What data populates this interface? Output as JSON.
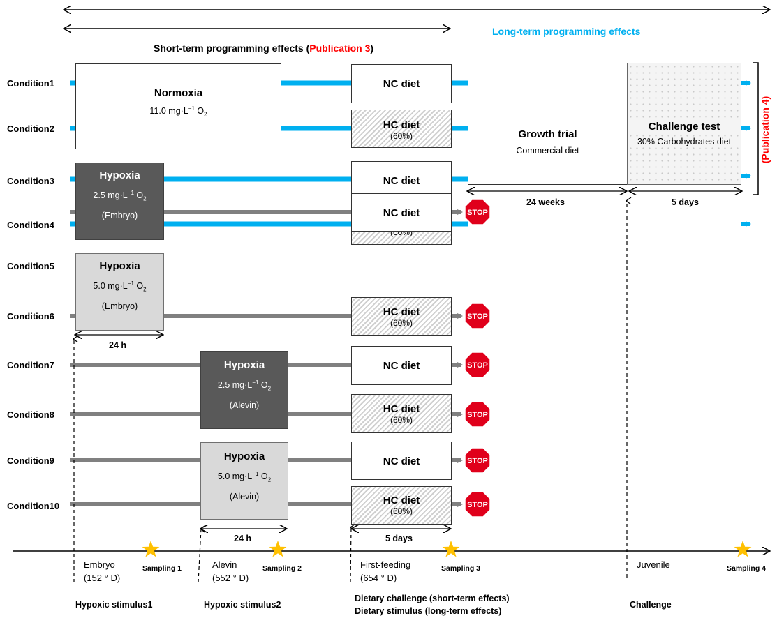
{
  "header": {
    "long_term": "Long-term programming effects",
    "short_term_prefix": "Short-term programming effects (",
    "short_term_pub": "Publication 3",
    "short_term_suffix": ")",
    "publication4": "(Publication 4)"
  },
  "conditions": [
    "Condition1",
    "Condition2",
    "Condition3",
    "Condition4",
    "Condition5",
    "Condition6",
    "Condition7",
    "Condition8",
    "Condition9",
    "Condition10"
  ],
  "boxes": {
    "normoxia": {
      "title": "Normoxia",
      "value": "11.0 mg·L",
      "exp": "−1",
      "o2": "O",
      "o2sub": "2"
    },
    "hypoxia_embryo_severe": {
      "title": "Hypoxia",
      "value": "2.5 mg·L",
      "exp": "−1",
      "o2": "O",
      "o2sub": "2",
      "stage": "(Embryo)"
    },
    "hypoxia_embryo_moderate": {
      "title": "Hypoxia",
      "value": "5.0 mg·L",
      "exp": "−1",
      "o2": "O",
      "o2sub": "2",
      "stage": "(Embryo)"
    },
    "hypoxia_alevin_severe": {
      "title": "Hypoxia",
      "value": "2.5 mg·L",
      "exp": "−1",
      "o2": "O",
      "o2sub": "2",
      "stage": "(Alevin)"
    },
    "hypoxia_alevin_moderate": {
      "title": "Hypoxia",
      "value": "5.0 mg·L",
      "exp": "−1",
      "o2": "O",
      "o2sub": "2",
      "stage": "(Alevin)"
    },
    "growth_trial": {
      "title": "Growth trial",
      "sub": "Commercial diet"
    },
    "challenge_test": {
      "title": "Challenge test",
      "sub": "30% Carbohydrates diet"
    }
  },
  "diets": {
    "nc": "NC diet",
    "hc": "HC diet",
    "hc_pct": "(60%)"
  },
  "stop_label": "STOP",
  "durations": {
    "embryo_24h": "24 h",
    "alevin_24h": "24 h",
    "firstfeed_5d": "5 days",
    "growth_24w": "24 weeks",
    "challenge_5d": "5 days"
  },
  "timeline": {
    "embryo": {
      "name": "Embryo",
      "dd": "(152 ° D)"
    },
    "alevin": {
      "name": "Alevin",
      "dd": "(552 ° D)"
    },
    "first_feeding": {
      "name": "First-feeding",
      "dd": "(654 ° D)"
    },
    "juvenile": {
      "name": "Juvenile"
    },
    "sampling": [
      "Sampling 1",
      "Sampling 2",
      "Sampling 3",
      "Sampling 4"
    ]
  },
  "bottom": {
    "hypoxic1": "Hypoxic stimulus1",
    "hypoxic2": "Hypoxic stimulus2",
    "dietary1": "Dietary challenge (short-term effects)",
    "dietary2": "Dietary stimulus (long-term effects)",
    "challenge": "Challenge"
  },
  "colors": {
    "blue_line": "#00b0f0",
    "grey_line": "#808080",
    "red_text": "#ff0000",
    "star": "#ffc000",
    "stop_red": "#e0001b",
    "header_blue": "#00b0f0"
  }
}
